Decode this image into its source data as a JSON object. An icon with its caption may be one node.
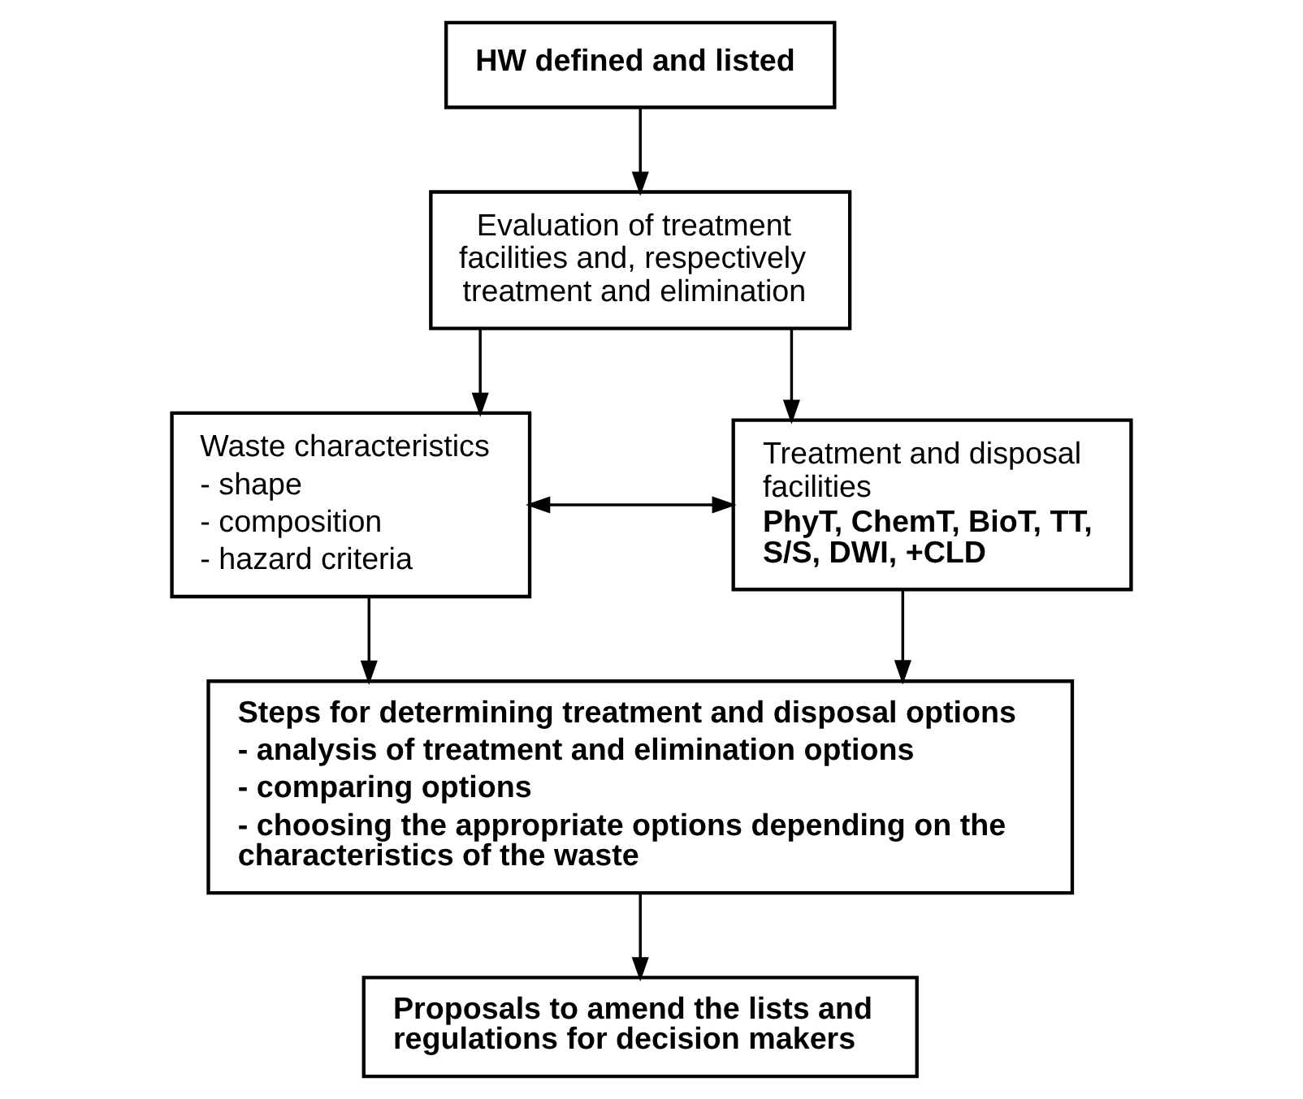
{
  "diagram": {
    "nodes": [
      {
        "text": [
          "HW defined and listed"
        ]
      },
      {
        "text": [
          "Evaluation of treatment facilities and, respectively treatment and elimination"
        ]
      },
      {
        "text": [
          "Waste characteristics",
          "- shape",
          "- composition",
          "- hazard criteria"
        ]
      },
      {
        "text": [
          "Treatment and disposal facilities",
          "PhyT, ChemT, BioT, TT, S/S, DWI, +CLD"
        ]
      },
      {
        "text": [
          "Steps for determining treatment and disposal options",
          "- analysis of treatment and elimination options",
          "- comparing options",
          "- choosing the appropriate options depending on the characteristics of the waste"
        ]
      },
      {
        "text": [
          "Proposals to amend the lists and regulations for decision makers"
        ]
      }
    ],
    "edges": [
      {
        "from": 0,
        "to": 1,
        "arrow": "to"
      },
      {
        "from": 1,
        "to": 2,
        "arrow": "to"
      },
      {
        "from": 1,
        "to": 3,
        "arrow": "to"
      },
      {
        "from": 2,
        "to": 3,
        "arrow": "both"
      },
      {
        "from": 2,
        "to": 4,
        "arrow": "to"
      },
      {
        "from": 3,
        "to": 4,
        "arrow": "to"
      },
      {
        "from": 4,
        "to": 5,
        "arrow": "to"
      }
    ]
  }
}
